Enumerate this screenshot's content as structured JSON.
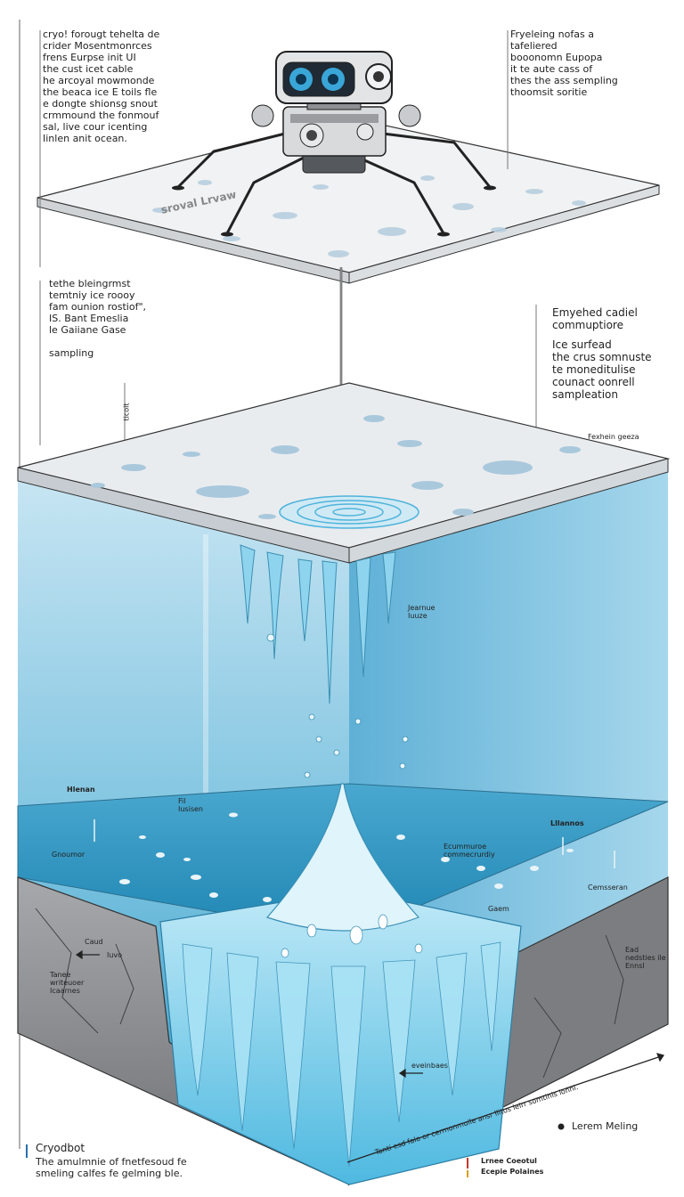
{
  "labels": {
    "top_left": "cryo! forougt tehelta de\ncrider Mosentmonrces\nfrens Eurpse init UI\nthe cust icet cable\nhe arcoyal mowmonde\nthe beaca ice E toils fle\ne dongte shionsg snout\ncrmmound the fonmouf\nsal, live cour icenting\nIinlen anit ocean.",
    "top_right": "Fryeleing nofas a\ntafeliered\nbooonomn Eupopa\nit te aute cass of\nthes the ass sempling\nthoomsit soritie",
    "top_surface": "sroval Lrvaw",
    "mid_left": "tethe bleingrmst\ntemtniy ice roooy\nfam ounion rostiof\",\nIS. Bant Emeslia\nle Gaiiane Gase\n\nsampling",
    "mid_right_1": "Emyehed cadiel\ncommuptiore",
    "mid_right_2": "Ice surfead\nthe crus somnuste\nte moneditulise\ncounact oonrell\nsampleation",
    "mid_small": "ticolt",
    "ice_edge": "Fexhein geeza",
    "water_center": "Jearnue\nIuuze",
    "seafloor_left": "Hlenan",
    "seafloor_left2": "Fil\nIusisen",
    "seafloor_left3": "Gnoumor",
    "seafloor_center": "Ecummuroe\ncommecrurdiy",
    "seafloor_right": "Lllannos",
    "seafloor_right2": "Cemsseran",
    "seafloor_ocean": "Gaem",
    "rock_left1": "Caud",
    "rock_left_arrow": "Iuvo",
    "rock_left2": "Tanee\nwriteuoer\nIcaarnes",
    "rock_right": "Ead\nnedsties ile\nEnnsl",
    "rock_bottom": "eveinbaes",
    "bottom_axis": "Tonti esd falo or cermonmuile ansr llitos leirr somtinis lonnl.",
    "legend_dot_label": "Lerem Meling",
    "legend_marker1": "Lrnee Coeotul",
    "legend_marker2": "Ecepie Polaines",
    "caption_title": "Cryodbot",
    "caption_body": "The amulmnie of fnetfesoud fe\nsmeling calfes fe gelming ble."
  },
  "colors": {
    "ocean_top": "#a9d6ea",
    "ocean_bottom": "#2f9ec8",
    "ice": "#eef1f4",
    "rock": "#8e8f92",
    "meltwater": "#7fd0ea"
  },
  "icons": [
    "robot-lander-icon",
    "camera-eyes-icon"
  ]
}
